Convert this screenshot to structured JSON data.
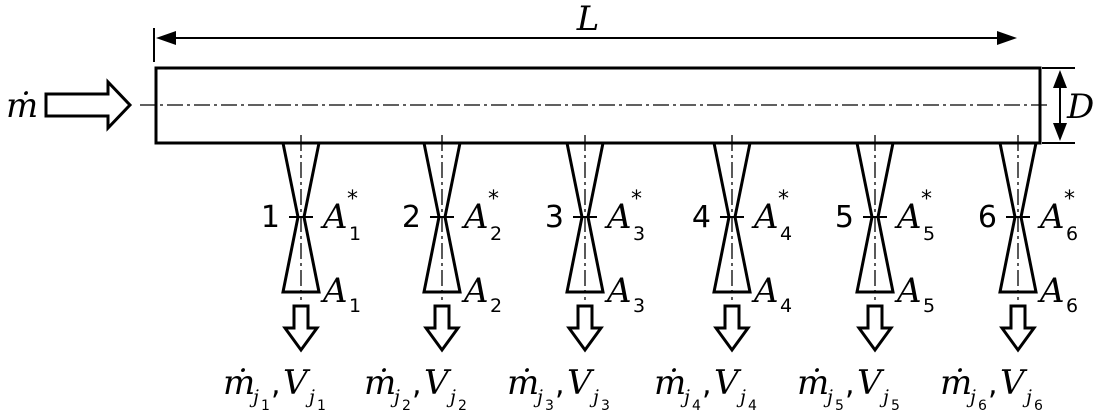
{
  "labels": {
    "length": "L",
    "diameter": "D",
    "inlet_mass_flow": "ṁ"
  },
  "nozzles": [
    {
      "number": "1",
      "throat_area": "A",
      "throat_sub": "1",
      "throat_sup": "*",
      "exit_area": "A",
      "exit_sub": "1",
      "flow_mass": "ṁ",
      "flow_mass_sub": "j",
      "flow_mass_subsub": "1",
      "flow_sep": ",",
      "flow_vel": "V",
      "flow_vel_sub": "j",
      "flow_vel_subsub": "1"
    },
    {
      "number": "2",
      "throat_area": "A",
      "throat_sub": "2",
      "throat_sup": "*",
      "exit_area": "A",
      "exit_sub": "2",
      "flow_mass": "ṁ",
      "flow_mass_sub": "j",
      "flow_mass_subsub": "2",
      "flow_sep": ",",
      "flow_vel": "V",
      "flow_vel_sub": "j",
      "flow_vel_subsub": "2"
    },
    {
      "number": "3",
      "throat_area": "A",
      "throat_sub": "3",
      "throat_sup": "*",
      "exit_area": "A",
      "exit_sub": "3",
      "flow_mass": "ṁ",
      "flow_mass_sub": "j",
      "flow_mass_subsub": "3",
      "flow_sep": ",",
      "flow_vel": "V",
      "flow_vel_sub": "j",
      "flow_vel_subsub": "3"
    },
    {
      "number": "4",
      "throat_area": "A",
      "throat_sub": "4",
      "throat_sup": "*",
      "exit_area": "A",
      "exit_sub": "4",
      "flow_mass": "ṁ",
      "flow_mass_sub": "j",
      "flow_mass_subsub": "4",
      "flow_sep": ",",
      "flow_vel": "V",
      "flow_vel_sub": "j",
      "flow_vel_subsub": "4"
    },
    {
      "number": "5",
      "throat_area": "A",
      "throat_sub": "5",
      "throat_sup": "*",
      "exit_area": "A",
      "exit_sub": "5",
      "flow_mass": "ṁ",
      "flow_mass_sub": "j",
      "flow_mass_subsub": "5",
      "flow_sep": ",",
      "flow_vel": "V",
      "flow_vel_sub": "j",
      "flow_vel_subsub": "5"
    },
    {
      "number": "6",
      "throat_area": "A",
      "throat_sub": "6",
      "throat_sup": "*",
      "exit_area": "A",
      "exit_sub": "6",
      "flow_mass": "ṁ",
      "flow_mass_sub": "j",
      "flow_mass_subsub": "6",
      "flow_sep": ",",
      "flow_vel": "V",
      "flow_vel_sub": "j",
      "flow_vel_subsub": "6"
    }
  ]
}
